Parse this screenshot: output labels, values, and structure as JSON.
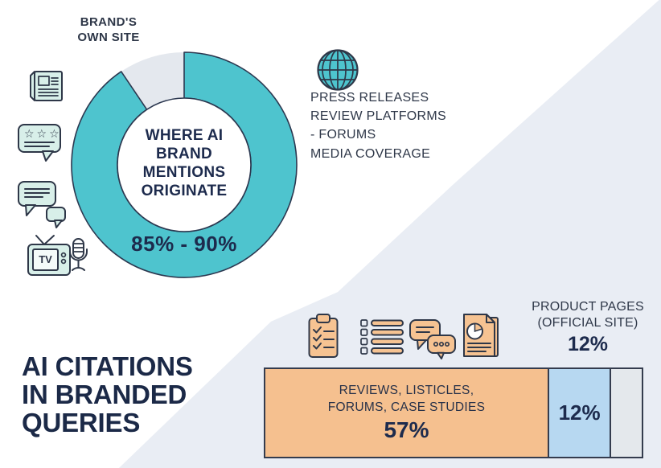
{
  "canvas": {
    "background": "#ffffff",
    "diagonal_panel": "#e9edf4"
  },
  "icons": {
    "left_column": [
      "newspaper-icon",
      "review-stars-icon",
      "chat-bubbles-icon",
      "tv-icon",
      "microphone-icon"
    ],
    "source_icon": "globe-icon",
    "bar_icons": [
      "clipboard-checklist-icon",
      "bullet-list-icon",
      "chat-dots-icon",
      "report-pie-icon"
    ],
    "tv_screen_text": "TV"
  },
  "chart_data": [
    {
      "type": "pie",
      "variant": "donut",
      "title": "WHERE AI\nBRAND\nMENTIONS\nORIGINATE",
      "segments": [
        {
          "name": "earned-external-sources",
          "value_label": "85% - 90%",
          "sweep_deg": 326,
          "color": "#4ec4ce",
          "source_lines": [
            "PRESS RELEASES",
            "REVIEW PLATFORMS",
            "- FORUMS",
            "MEDIA COVERAGE"
          ]
        },
        {
          "name": "brands-own-site",
          "label": "BRAND'S\nOWN SITE",
          "sweep_deg": 34,
          "color": "#e4e8ee"
        }
      ]
    },
    {
      "type": "bar",
      "orientation": "horizontal",
      "title": "AI CITATIONS\nIN BRANDED\nQUERIES",
      "segments": [
        {
          "name": "reviews-listicles-forums-case-studies",
          "label": "REVIEWS, LISTICLES,\nFORUMS, CASE STUDIES",
          "value_label": "57%",
          "width": "75%",
          "color": "#f5c08f"
        },
        {
          "name": "secondary-blue-segment",
          "label": "",
          "value_label": "12%",
          "width": "16.5%",
          "color": "#b7d8f1"
        },
        {
          "name": "product-pages-official-site",
          "label": "PRODUCT PAGES\n(OFFICIAL SITE)",
          "value_label": "12%",
          "width": "8.5%",
          "color": "#e4e8ec"
        }
      ]
    }
  ]
}
